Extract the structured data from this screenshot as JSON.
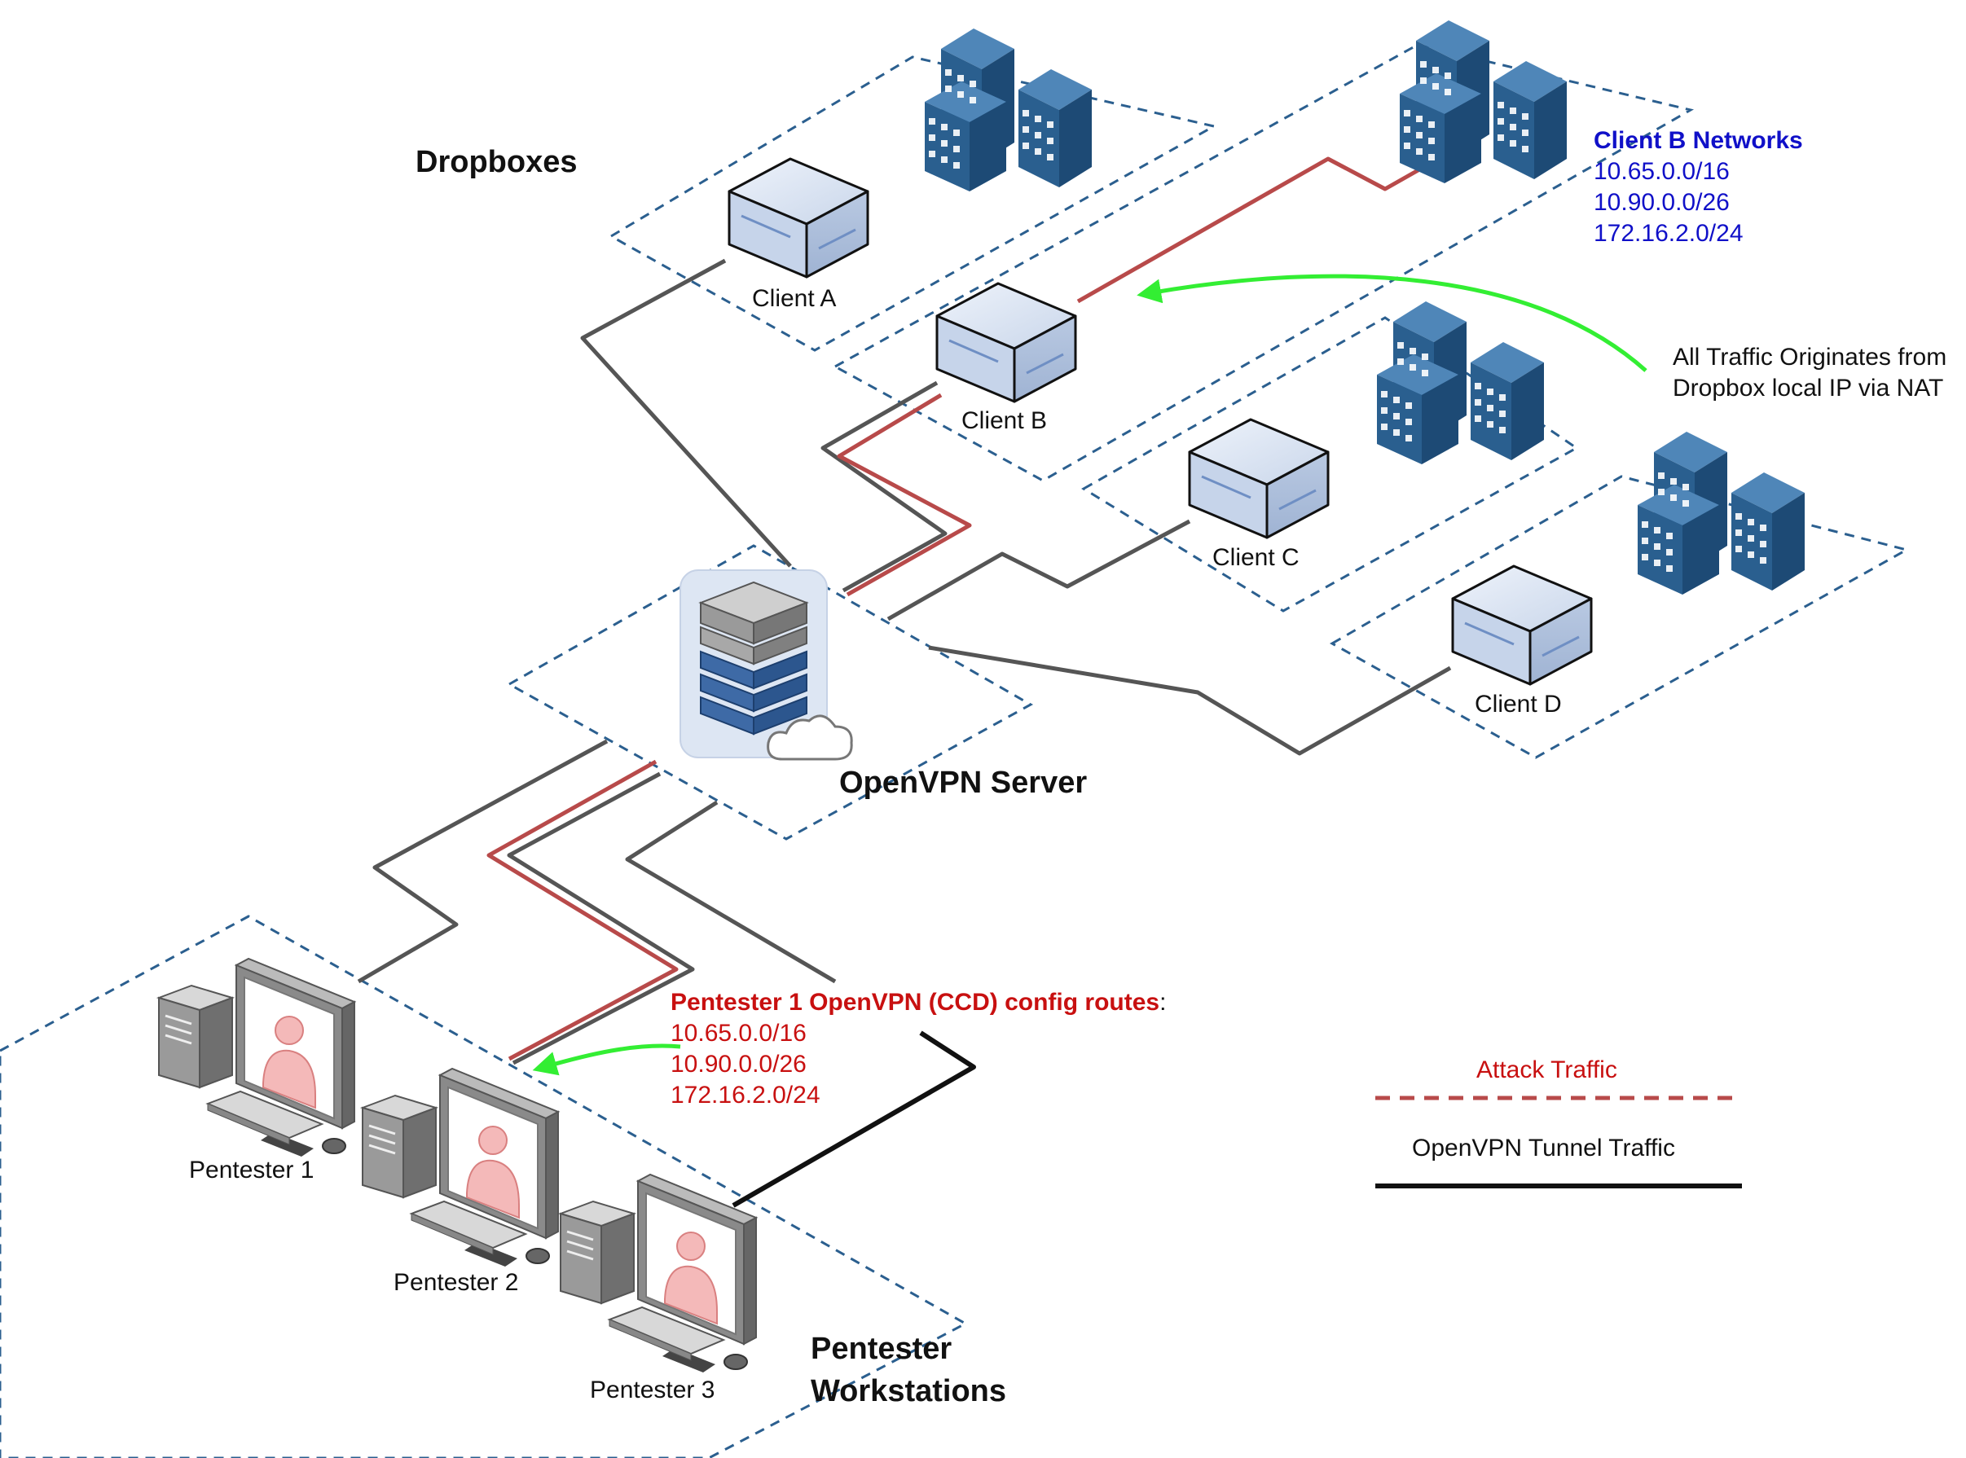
{
  "titles": {
    "dropboxes": "Dropboxes",
    "server": "OpenVPN Server",
    "workstations_line1": "Pentester",
    "workstations_line2": "Workstations"
  },
  "clients": [
    {
      "label": "Client A"
    },
    {
      "label": "Client B"
    },
    {
      "label": "Client C"
    },
    {
      "label": "Client D"
    }
  ],
  "pentesters": [
    {
      "label": "Pentester 1"
    },
    {
      "label": "Pentester 2"
    },
    {
      "label": "Pentester 3"
    }
  ],
  "client_b_networks": {
    "heading": "Client B Networks",
    "routes": [
      "10.65.0.0/16",
      "10.90.0.0/26",
      "172.16.2.0/24"
    ]
  },
  "nat_note": {
    "line1": "All Traffic Originates from",
    "line2": "Dropbox local IP via NAT"
  },
  "ccd_note": {
    "heading": "Pentester 1 OpenVPN (CCD) config routes",
    "suffix": ":",
    "routes": [
      "10.65.0.0/16",
      "10.90.0.0/26",
      "172.16.2.0/24"
    ]
  },
  "legend": {
    "attack": "Attack Traffic",
    "tunnel": "OpenVPN Tunnel Traffic"
  },
  "colors": {
    "attack": "#b84a4a",
    "tunnel": "#555555",
    "black_line": "#111111",
    "zone_border": "#2b5f8f",
    "green_arrow": "#33ee33",
    "building": "#2a5f8f",
    "client_b_text": "#1010c8",
    "ccd_text": "#c81010"
  }
}
